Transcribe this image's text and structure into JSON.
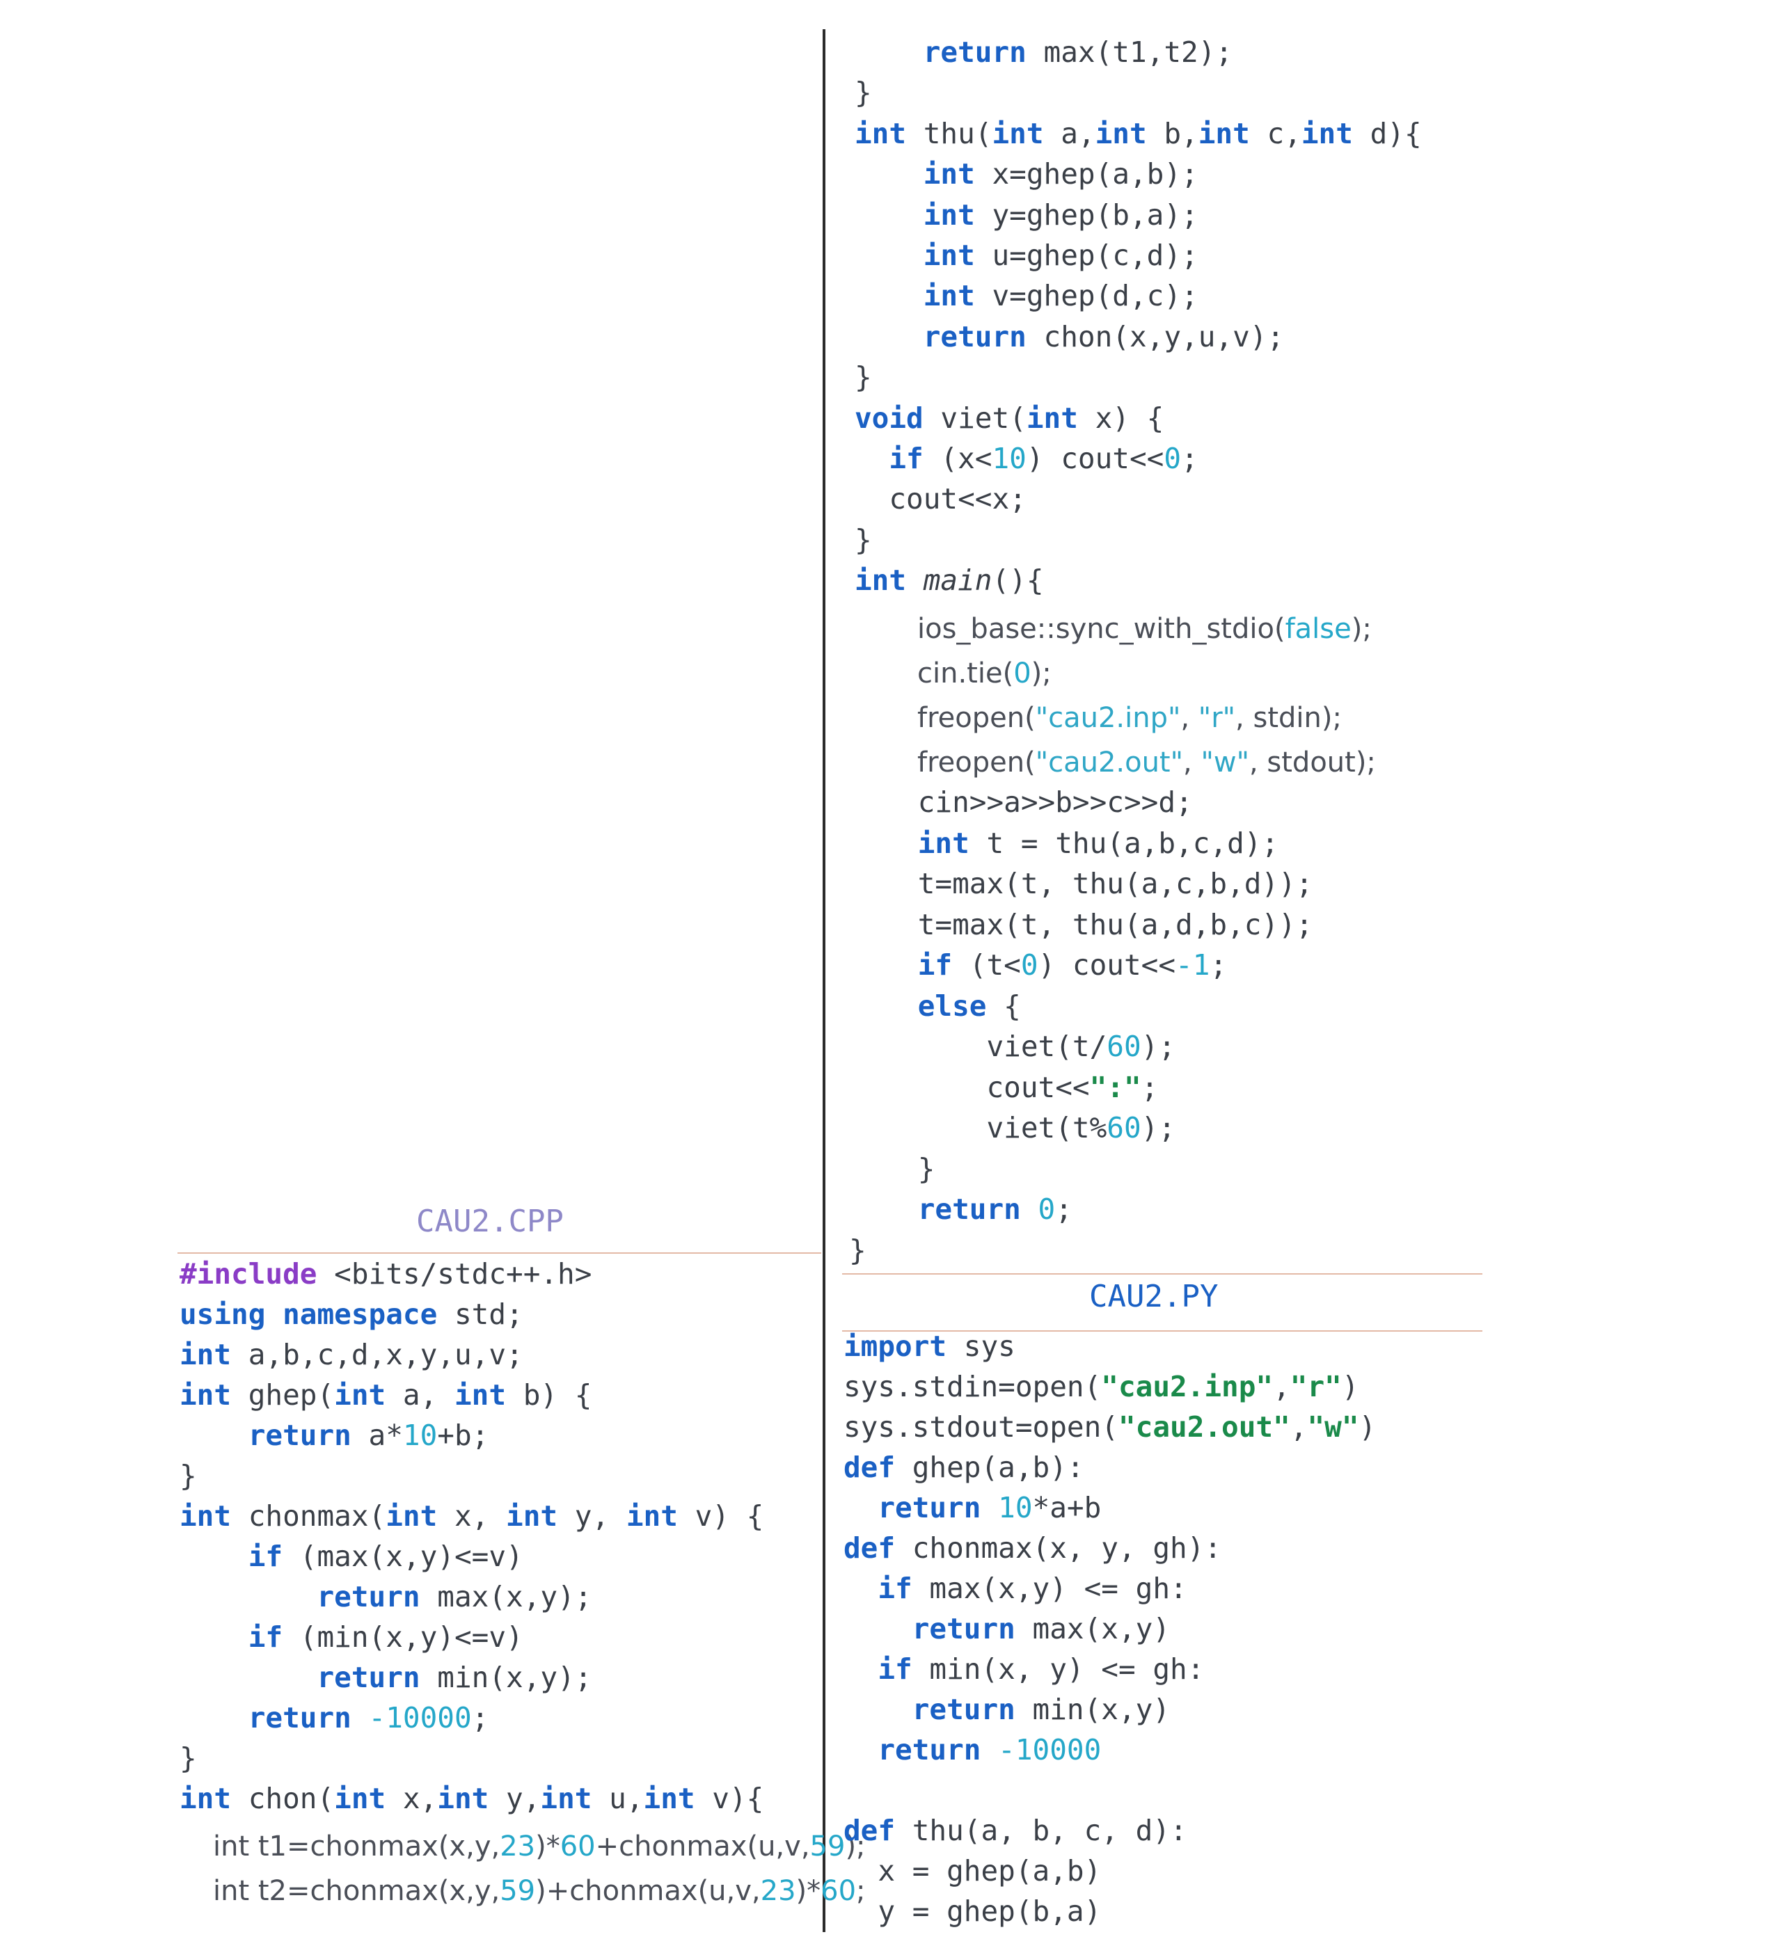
{
  "titles": {
    "cpp": "CAU2.CPP",
    "py": "CAU2.PY"
  },
  "cpp_left": [
    [
      [
        "#include",
        "pre"
      ],
      [
        " <bits/stdc++.h>",
        ""
      ]
    ],
    [
      [
        "using",
        "kw"
      ],
      [
        " ",
        ""
      ],
      [
        "namespace",
        "kw"
      ],
      [
        " std;",
        ""
      ]
    ],
    [
      [
        "int",
        "kw"
      ],
      [
        " a,b,c,d,x,y,u,v;",
        ""
      ]
    ],
    [
      [
        "int",
        "kw"
      ],
      [
        " ghep(",
        ""
      ],
      [
        "int",
        "kw"
      ],
      [
        " a, ",
        ""
      ],
      [
        "int",
        "kw"
      ],
      [
        " b) {",
        ""
      ]
    ],
    [
      [
        "    ",
        ""
      ],
      [
        "return",
        "kw"
      ],
      [
        " a*",
        ""
      ],
      [
        "10",
        "num"
      ],
      [
        "+b;",
        ""
      ]
    ],
    [
      [
        "}",
        ""
      ]
    ],
    [
      [
        "int",
        "kw"
      ],
      [
        " chonmax(",
        ""
      ],
      [
        "int",
        "kw"
      ],
      [
        " x, ",
        ""
      ],
      [
        "int",
        "kw"
      ],
      [
        " y, ",
        ""
      ],
      [
        "int",
        "kw"
      ],
      [
        " v) {",
        ""
      ]
    ],
    [
      [
        "    ",
        ""
      ],
      [
        "if",
        "kw"
      ],
      [
        " (max(x,y)<=v)",
        ""
      ]
    ],
    [
      [
        "        ",
        ""
      ],
      [
        "return",
        "kw"
      ],
      [
        " max(x,y);",
        ""
      ]
    ],
    [
      [
        "    ",
        ""
      ],
      [
        "if",
        "kw"
      ],
      [
        " (min(x,y)<=v)",
        ""
      ]
    ],
    [
      [
        "        ",
        ""
      ],
      [
        "return",
        "kw"
      ],
      [
        " min(x,y);",
        ""
      ]
    ],
    [
      [
        "    ",
        ""
      ],
      [
        "return",
        "kw"
      ],
      [
        " ",
        ""
      ],
      [
        "-10000",
        "num"
      ],
      [
        ";",
        ""
      ]
    ],
    [
      [
        "}",
        ""
      ]
    ],
    [
      [
        "int",
        "kw"
      ],
      [
        " chon(",
        ""
      ],
      [
        "int",
        "kw"
      ],
      [
        " x,",
        ""
      ],
      [
        "int",
        "kw"
      ],
      [
        " y,",
        ""
      ],
      [
        "int",
        "kw"
      ],
      [
        " u,",
        ""
      ],
      [
        "int",
        "kw"
      ],
      [
        " v){",
        ""
      ]
    ]
  ],
  "cpp_left_sans": [
    [
      [
        "int t1=chonmax(x,y,",
        ""
      ],
      [
        "23",
        "num"
      ],
      [
        ")*",
        ""
      ],
      [
        "60",
        "num"
      ],
      [
        "+chonmax(u,v,",
        ""
      ],
      [
        "59",
        "num"
      ],
      [
        ");",
        ""
      ]
    ],
    [
      [
        "int t2=chonmax(x,y,",
        ""
      ],
      [
        "59",
        "num"
      ],
      [
        ")+chonmax(u,v,",
        ""
      ],
      [
        "23",
        "num"
      ],
      [
        ")*",
        ""
      ],
      [
        "60",
        "num"
      ],
      [
        ";",
        ""
      ]
    ]
  ],
  "cpp_right_a": [
    [
      [
        "    ",
        ""
      ],
      [
        "return",
        "kw"
      ],
      [
        " max(t1,t2);",
        ""
      ]
    ],
    [
      [
        "}",
        ""
      ]
    ],
    [
      [
        "int",
        "kw"
      ],
      [
        " thu(",
        ""
      ],
      [
        "int",
        "kw"
      ],
      [
        " a,",
        ""
      ],
      [
        "int",
        "kw"
      ],
      [
        " b,",
        ""
      ],
      [
        "int",
        "kw"
      ],
      [
        " c,",
        ""
      ],
      [
        "int",
        "kw"
      ],
      [
        " d){",
        ""
      ]
    ],
    [
      [
        "    ",
        ""
      ],
      [
        "int",
        "kw"
      ],
      [
        " x=ghep(a,b);",
        ""
      ]
    ],
    [
      [
        "    ",
        ""
      ],
      [
        "int",
        "kw"
      ],
      [
        " y=ghep(b,a);",
        ""
      ]
    ],
    [
      [
        "    ",
        ""
      ],
      [
        "int",
        "kw"
      ],
      [
        " u=ghep(c,d);",
        ""
      ]
    ],
    [
      [
        "    ",
        ""
      ],
      [
        "int",
        "kw"
      ],
      [
        " v=ghep(d,c);",
        ""
      ]
    ],
    [
      [
        "    ",
        ""
      ],
      [
        "return",
        "kw"
      ],
      [
        " chon(x,y,u,v);",
        ""
      ]
    ],
    [
      [
        "}",
        ""
      ]
    ],
    [
      [
        "void",
        "kw"
      ],
      [
        " viet(",
        ""
      ],
      [
        "int",
        "kw"
      ],
      [
        " x) {",
        ""
      ]
    ],
    [
      [
        "  ",
        ""
      ],
      [
        "if",
        "kw"
      ],
      [
        " (x<",
        ""
      ],
      [
        "10",
        "num"
      ],
      [
        ") cout<<",
        ""
      ],
      [
        "0",
        "num"
      ],
      [
        ";",
        ""
      ]
    ],
    [
      [
        "  cout<<x;",
        ""
      ]
    ],
    [
      [
        "}",
        ""
      ]
    ],
    [
      [
        "int",
        "kw"
      ],
      [
        " ",
        ""
      ],
      [
        "main",
        "it"
      ],
      [
        "(){",
        ""
      ]
    ]
  ],
  "cpp_right_sans": [
    [
      [
        "ios_base::sync_with_stdio(",
        ""
      ],
      [
        "false",
        "num"
      ],
      [
        ");",
        ""
      ]
    ],
    [
      [
        "cin.tie(",
        ""
      ],
      [
        "0",
        "num"
      ],
      [
        ");",
        ""
      ]
    ],
    [
      [
        "freopen(",
        ""
      ],
      [
        "\"cau2.inp\"",
        "strl"
      ],
      [
        ", ",
        ""
      ],
      [
        "\"r\"",
        "strl"
      ],
      [
        ", stdin);",
        ""
      ]
    ],
    [
      [
        "freopen(",
        ""
      ],
      [
        "\"cau2.out\"",
        "strl"
      ],
      [
        ", ",
        ""
      ],
      [
        "\"w\"",
        "strl"
      ],
      [
        ", stdout);",
        ""
      ]
    ]
  ],
  "cpp_right_b": [
    [
      [
        "    cin>>a>>b>>c>>d;",
        ""
      ]
    ],
    [
      [
        "    ",
        ""
      ],
      [
        "int",
        "kw"
      ],
      [
        " t = thu(a,b,c,d);",
        ""
      ]
    ],
    [
      [
        "    t=max(t, thu(a,c,b,d));",
        ""
      ]
    ],
    [
      [
        "    t=max(t, thu(a,d,b,c));",
        ""
      ]
    ],
    [
      [
        "    ",
        ""
      ],
      [
        "if",
        "kw"
      ],
      [
        " (t<",
        ""
      ],
      [
        "0",
        "num"
      ],
      [
        ") cout<<",
        ""
      ],
      [
        "-1",
        "num"
      ],
      [
        ";",
        ""
      ]
    ],
    [
      [
        "    ",
        ""
      ],
      [
        "else",
        "kw"
      ],
      [
        " {",
        ""
      ]
    ],
    [
      [
        "        viet(t/",
        ""
      ],
      [
        "60",
        "num"
      ],
      [
        ");",
        ""
      ]
    ],
    [
      [
        "        cout<<",
        ""
      ],
      [
        "\":\"",
        "str"
      ],
      [
        ";",
        ""
      ]
    ],
    [
      [
        "        viet(t%",
        ""
      ],
      [
        "60",
        "num"
      ],
      [
        ");",
        ""
      ]
    ],
    [
      [
        "    }",
        ""
      ]
    ],
    [
      [
        "    ",
        ""
      ],
      [
        "return",
        "kw"
      ],
      [
        " ",
        ""
      ],
      [
        "0",
        "num"
      ],
      [
        ";",
        ""
      ]
    ],
    [
      [
        "}",
        ""
      ]
    ]
  ],
  "py": [
    [
      [
        "import",
        "kw"
      ],
      [
        " sys",
        ""
      ]
    ],
    [
      [
        "sys.stdin=open(",
        ""
      ],
      [
        "\"cau2.inp\"",
        "str"
      ],
      [
        ",",
        ""
      ],
      [
        "\"r\"",
        "str"
      ],
      [
        ")",
        ""
      ]
    ],
    [
      [
        "sys.stdout=open(",
        ""
      ],
      [
        "\"cau2.out\"",
        "str"
      ],
      [
        ",",
        ""
      ],
      [
        "\"w\"",
        "str"
      ],
      [
        ")",
        ""
      ]
    ],
    [
      [
        "def",
        "kw"
      ],
      [
        " ghep(a,b):",
        ""
      ]
    ],
    [
      [
        "  ",
        ""
      ],
      [
        "return",
        "kw"
      ],
      [
        " ",
        ""
      ],
      [
        "10",
        "num"
      ],
      [
        "*a+b",
        ""
      ]
    ],
    [
      [
        "def",
        "kw"
      ],
      [
        " chonmax(x, y, gh):",
        ""
      ]
    ],
    [
      [
        "  ",
        ""
      ],
      [
        "if",
        "kw"
      ],
      [
        " max(x,y) <= gh:",
        ""
      ]
    ],
    [
      [
        "    ",
        ""
      ],
      [
        "return",
        "kw"
      ],
      [
        " max(x,y)",
        ""
      ]
    ],
    [
      [
        "  ",
        ""
      ],
      [
        "if",
        "kw"
      ],
      [
        " min(x, y) <= gh:",
        ""
      ]
    ],
    [
      [
        "    ",
        ""
      ],
      [
        "return",
        "kw"
      ],
      [
        " min(x,y)",
        ""
      ]
    ],
    [
      [
        "  ",
        ""
      ],
      [
        "return",
        "kw"
      ],
      [
        " ",
        ""
      ],
      [
        "-10000",
        "num"
      ],
      [
        "",
        ""
      ]
    ],
    [
      [
        "",
        ""
      ]
    ],
    [
      [
        "def",
        "kw"
      ],
      [
        " thu(a, b, c, d):",
        ""
      ]
    ],
    [
      [
        "  x = ghep(a,b)",
        ""
      ]
    ],
    [
      [
        "  y = ghep(b,a)",
        ""
      ]
    ]
  ]
}
